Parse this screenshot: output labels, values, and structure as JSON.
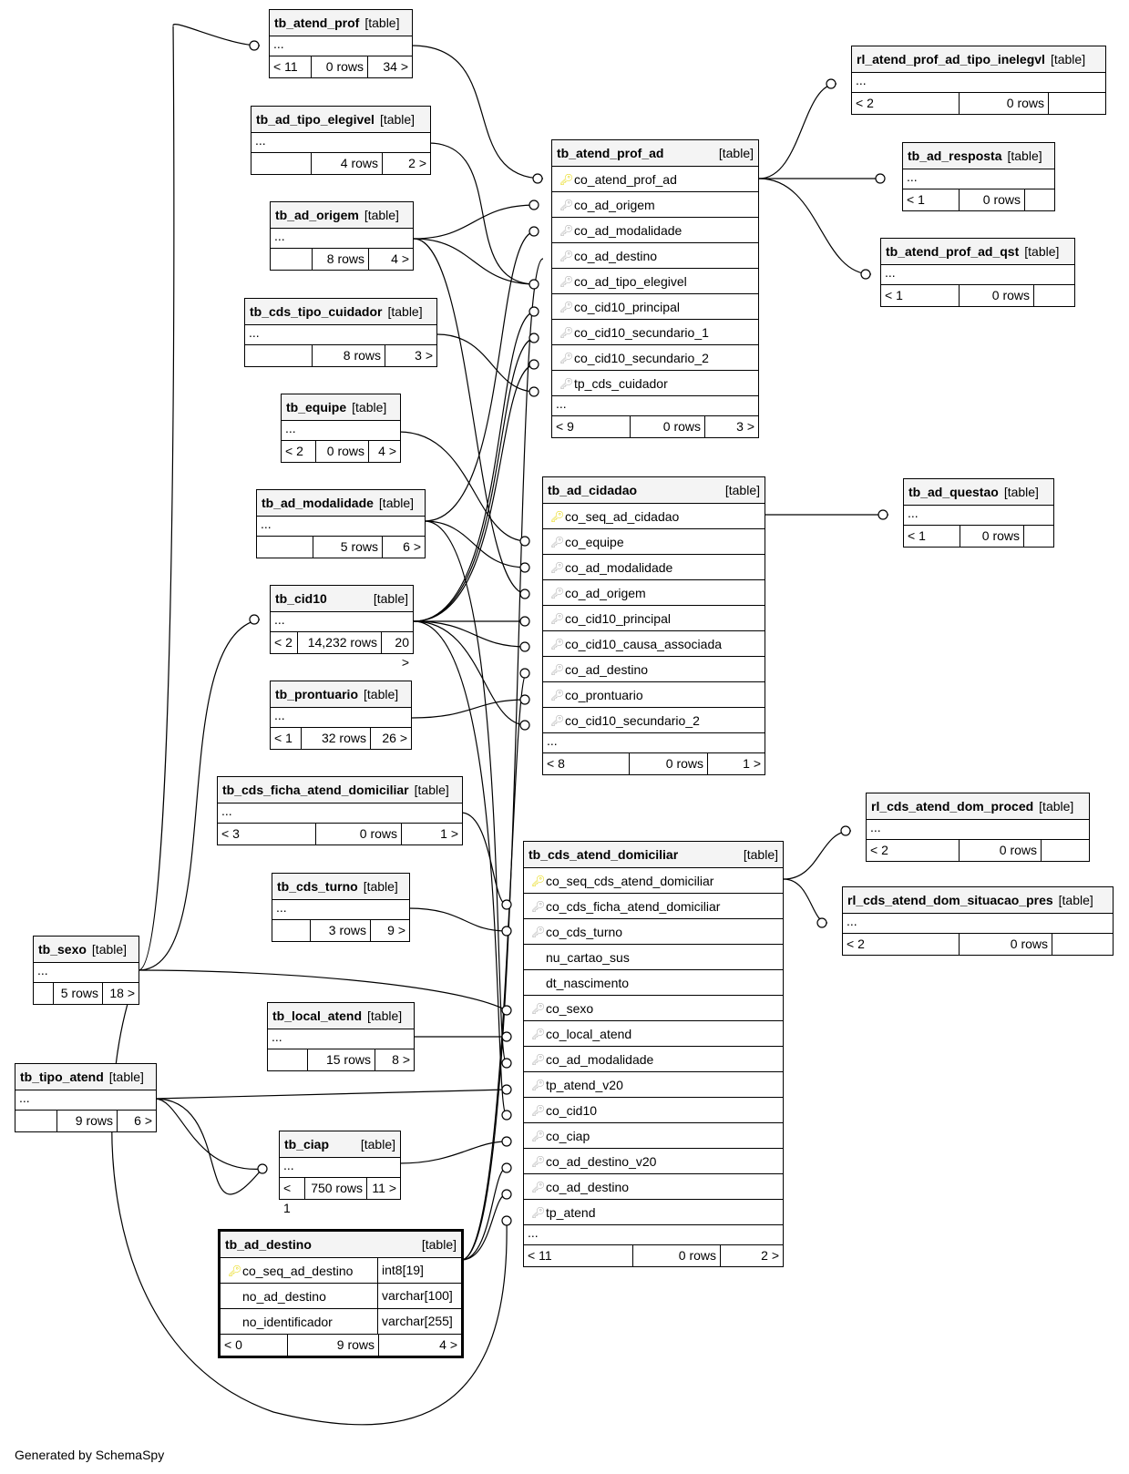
{
  "footer_text": "Generated by SchemaSpy",
  "table_tag": "[table]",
  "ellipsis": "...",
  "tables": {
    "tb_atend_prof": {
      "name": "tb_atend_prof",
      "footer": [
        "< 11",
        "0 rows",
        "34 >"
      ]
    },
    "tb_ad_tipo_elegivel": {
      "name": "tb_ad_tipo_elegivel",
      "footer": [
        "",
        "4 rows",
        "2 >"
      ]
    },
    "tb_ad_origem": {
      "name": "tb_ad_origem",
      "footer": [
        "",
        "8 rows",
        "4 >"
      ]
    },
    "tb_cds_tipo_cuidador": {
      "name": "tb_cds_tipo_cuidador",
      "footer": [
        "",
        "8 rows",
        "3 >"
      ]
    },
    "tb_equipe": {
      "name": "tb_equipe",
      "footer": [
        "< 2",
        "0 rows",
        "4 >"
      ]
    },
    "tb_ad_modalidade": {
      "name": "tb_ad_modalidade",
      "footer": [
        "",
        "5 rows",
        "6 >"
      ]
    },
    "tb_cid10": {
      "name": "tb_cid10",
      "footer": [
        "< 2",
        "14,232 rows",
        "20 >"
      ]
    },
    "tb_prontuario": {
      "name": "tb_prontuario",
      "footer": [
        "< 1",
        "32 rows",
        "26 >"
      ]
    },
    "tb_cds_ficha_atend_domiciliar": {
      "name": "tb_cds_ficha_atend_domiciliar",
      "footer": [
        "< 3",
        "0 rows",
        "1 >"
      ]
    },
    "tb_cds_turno": {
      "name": "tb_cds_turno",
      "footer": [
        "",
        "3 rows",
        "9 >"
      ]
    },
    "tb_sexo": {
      "name": "tb_sexo",
      "footer": [
        "",
        "5 rows",
        "18 >"
      ]
    },
    "tb_local_atend": {
      "name": "tb_local_atend",
      "footer": [
        "",
        "15 rows",
        "8 >"
      ]
    },
    "tb_tipo_atend": {
      "name": "tb_tipo_atend",
      "footer": [
        "",
        "9 rows",
        "6 >"
      ]
    },
    "tb_ciap": {
      "name": "tb_ciap",
      "footer": [
        "< 1",
        "750 rows",
        "11 >"
      ]
    },
    "rl_atend_prof_ad_tipo_inelegvl": {
      "name": "rl_atend_prof_ad_tipo_inelegvl",
      "footer": [
        "< 2",
        "0 rows",
        ""
      ]
    },
    "tb_ad_resposta": {
      "name": "tb_ad_resposta",
      "footer": [
        "< 1",
        "0 rows",
        ""
      ]
    },
    "tb_atend_prof_ad_qst": {
      "name": "tb_atend_prof_ad_qst",
      "footer": [
        "< 1",
        "0 rows",
        ""
      ]
    },
    "tb_ad_questao": {
      "name": "tb_ad_questao",
      "footer": [
        "< 1",
        "0 rows",
        ""
      ]
    },
    "rl_cds_atend_dom_proced": {
      "name": "rl_cds_atend_dom_proced",
      "footer": [
        "< 2",
        "0 rows",
        ""
      ]
    },
    "rl_cds_atend_dom_situacao_pres": {
      "name": "rl_cds_atend_dom_situacao_pres",
      "footer": [
        "< 2",
        "0 rows",
        ""
      ]
    },
    "tb_atend_prof_ad": {
      "name": "tb_atend_prof_ad",
      "footer": [
        "< 9",
        "0 rows",
        "3 >"
      ],
      "columns": [
        {
          "name": "co_atend_prof_ad",
          "key": "pk"
        },
        {
          "name": "co_ad_origem",
          "key": "fk"
        },
        {
          "name": "co_ad_modalidade",
          "key": "fk"
        },
        {
          "name": "co_ad_destino",
          "key": "fk"
        },
        {
          "name": "co_ad_tipo_elegivel",
          "key": "fk"
        },
        {
          "name": "co_cid10_principal",
          "key": "fk"
        },
        {
          "name": "co_cid10_secundario_1",
          "key": "fk"
        },
        {
          "name": "co_cid10_secundario_2",
          "key": "fk"
        },
        {
          "name": "tp_cds_cuidador",
          "key": "fk"
        }
      ]
    },
    "tb_ad_cidadao": {
      "name": "tb_ad_cidadao",
      "footer": [
        "< 8",
        "0 rows",
        "1 >"
      ],
      "columns": [
        {
          "name": "co_seq_ad_cidadao",
          "key": "pk"
        },
        {
          "name": "co_equipe",
          "key": "fk"
        },
        {
          "name": "co_ad_modalidade",
          "key": "fk"
        },
        {
          "name": "co_ad_origem",
          "key": "fk"
        },
        {
          "name": "co_cid10_principal",
          "key": "fk"
        },
        {
          "name": "co_cid10_causa_associada",
          "key": "fk"
        },
        {
          "name": "co_ad_destino",
          "key": "fk"
        },
        {
          "name": "co_prontuario",
          "key": "fk"
        },
        {
          "name": "co_cid10_secundario_2",
          "key": "fk"
        }
      ]
    },
    "tb_cds_atend_domiciliar": {
      "name": "tb_cds_atend_domiciliar",
      "footer": [
        "< 11",
        "0 rows",
        "2 >"
      ],
      "columns": [
        {
          "name": "co_seq_cds_atend_domiciliar",
          "key": "pk"
        },
        {
          "name": "co_cds_ficha_atend_domiciliar",
          "key": "fk"
        },
        {
          "name": "co_cds_turno",
          "key": "fk"
        },
        {
          "name": "nu_cartao_sus",
          "key": ""
        },
        {
          "name": "dt_nascimento",
          "key": ""
        },
        {
          "name": "co_sexo",
          "key": "fk"
        },
        {
          "name": "co_local_atend",
          "key": "fk"
        },
        {
          "name": "co_ad_modalidade",
          "key": "fk"
        },
        {
          "name": "tp_atend_v20",
          "key": "fk"
        },
        {
          "name": "co_cid10",
          "key": "fk"
        },
        {
          "name": "co_ciap",
          "key": "fk"
        },
        {
          "name": "co_ad_destino_v20",
          "key": "fk"
        },
        {
          "name": "co_ad_destino",
          "key": "fk"
        },
        {
          "name": "tp_atend",
          "key": "fk"
        }
      ]
    },
    "tb_ad_destino": {
      "name": "tb_ad_destino",
      "footer": [
        "< 0",
        "9 rows",
        "4 >"
      ],
      "columns": [
        {
          "name": "co_seq_ad_destino",
          "key": "pk",
          "type": "int8[19]"
        },
        {
          "name": "no_ad_destino",
          "key": "",
          "type": "varchar[100]"
        },
        {
          "name": "no_identificador",
          "key": "",
          "type": "varchar[255]"
        }
      ]
    }
  }
}
